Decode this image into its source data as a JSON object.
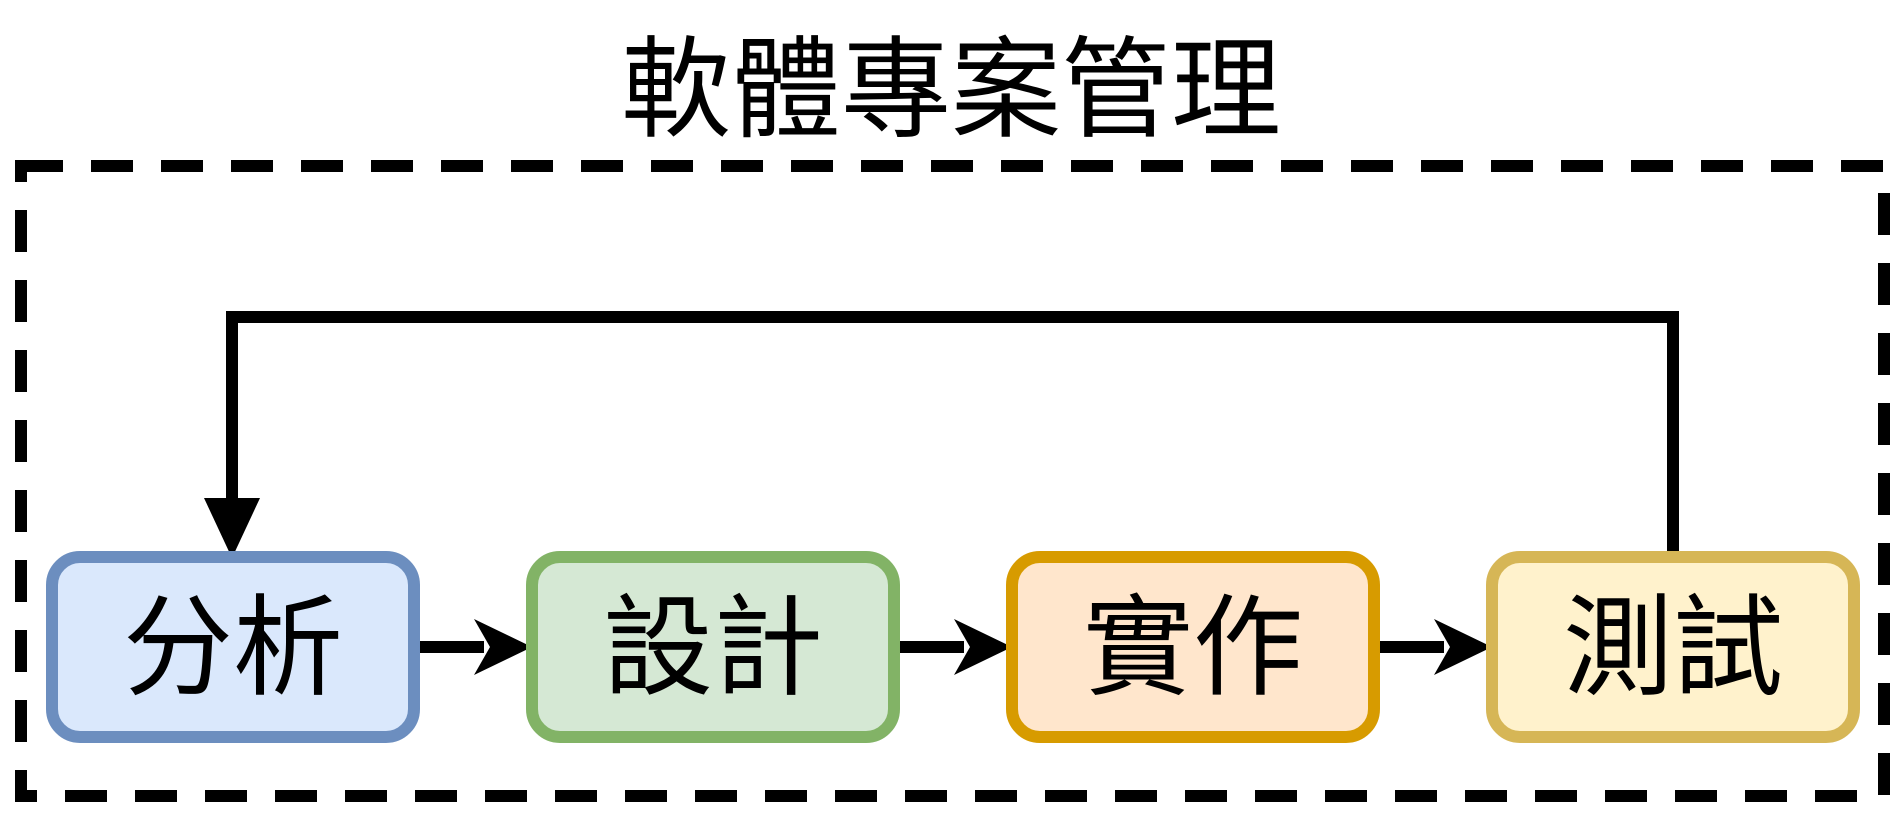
{
  "title": "軟體專案管理",
  "nodes": [
    {
      "id": "analysis",
      "label": "分析",
      "fill": "#dae8fc",
      "stroke": "#6c8ebf"
    },
    {
      "id": "design",
      "label": "設計",
      "fill": "#d5e8d4",
      "stroke": "#82b366"
    },
    {
      "id": "implementation",
      "label": "實作",
      "fill": "#ffe6cc",
      "stroke": "#d79b00"
    },
    {
      "id": "testing",
      "label": "測試",
      "fill": "#fff2cc",
      "stroke": "#d6b656"
    }
  ],
  "edges": [
    {
      "from": "analysis",
      "to": "design"
    },
    {
      "from": "design",
      "to": "implementation"
    },
    {
      "from": "implementation",
      "to": "testing"
    },
    {
      "from": "testing",
      "to": "analysis"
    }
  ],
  "colors": {
    "line": "#000000",
    "boundary": "#000000"
  }
}
